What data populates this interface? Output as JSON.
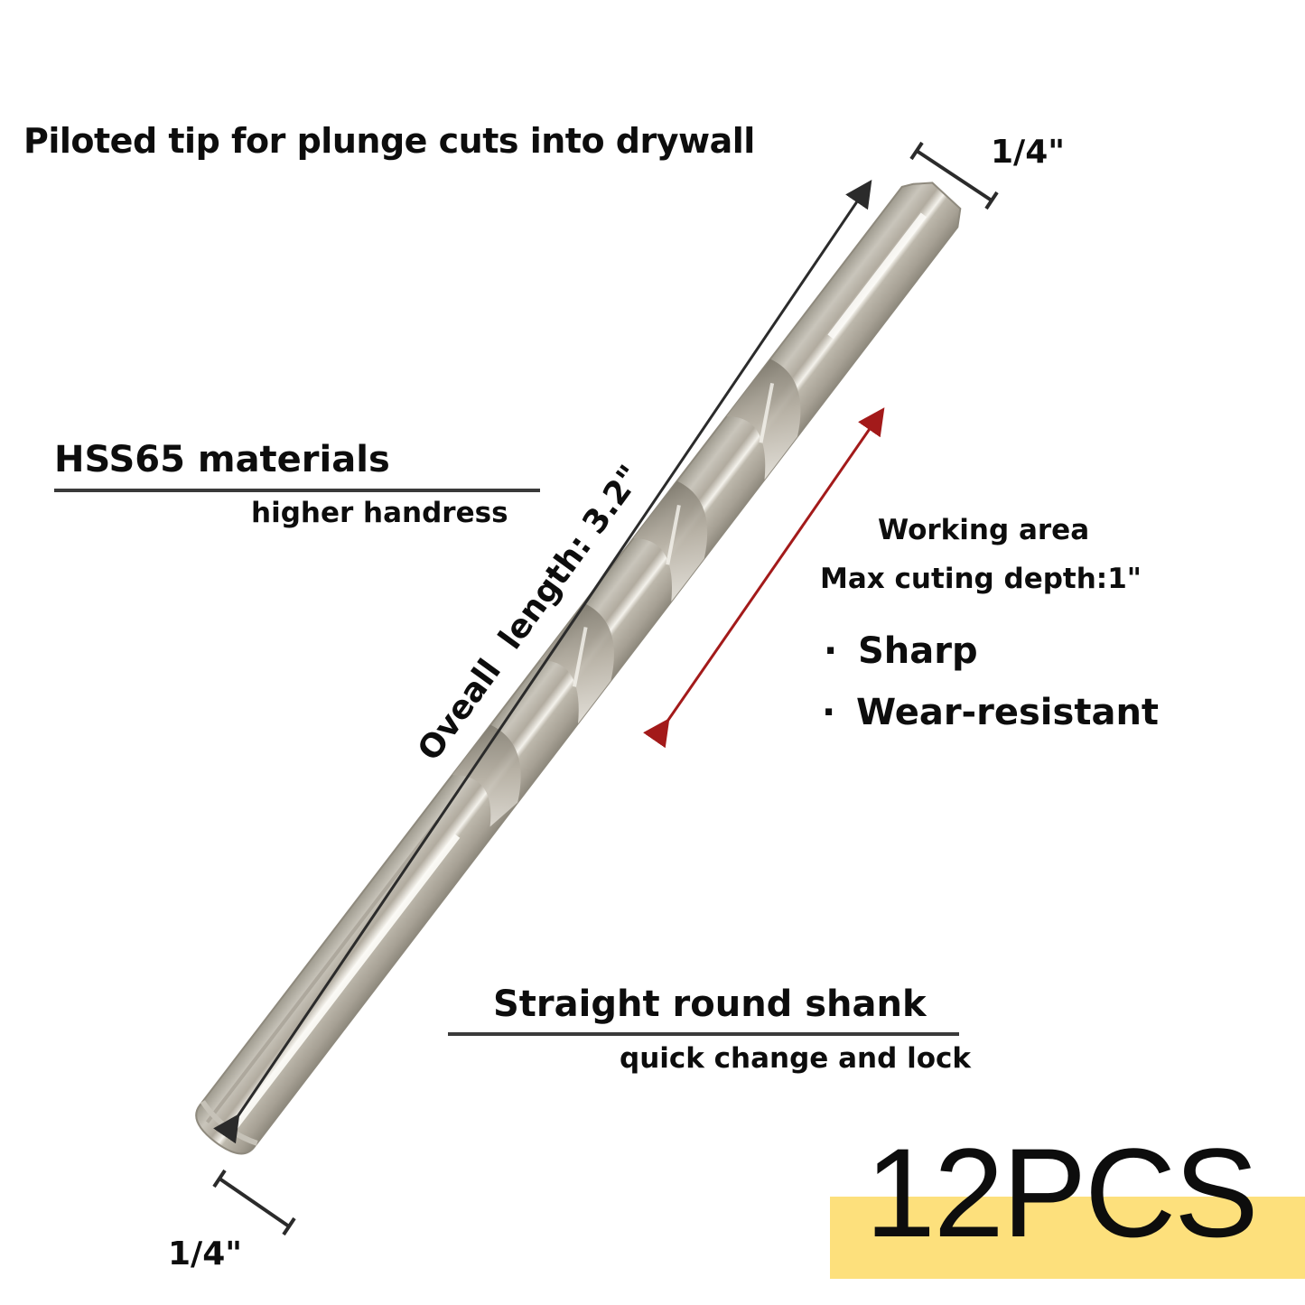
{
  "product": {
    "headline": "Piloted tip for plunge cuts into drywall",
    "tip_diameter": "1/4\"",
    "shank_diameter": "1/4\"",
    "overall_length": "Oveall  length: 3.2\"",
    "material": {
      "title": "HSS65 materials",
      "subtitle": "higher handress"
    },
    "working_area": {
      "title": "Working area",
      "max_depth": "Max cuting depth:1\"",
      "features": [
        {
          "bullet": "·",
          "label": "Sharp"
        },
        {
          "bullet": "·",
          "label": "Wear-resistant"
        }
      ]
    },
    "shank": {
      "title": "Straight round shank",
      "subtitle": "quick change and lock"
    },
    "quantity_badge": "12PCS"
  },
  "colors": {
    "background": "#ffffff",
    "text": "#0d0d0d",
    "dimension_line": "#2b2b2b",
    "working_arrow": "#a31a1a",
    "badge_highlight": "#fde07c",
    "steel_light": "#d9d6ce",
    "steel_mid": "#b3ada1",
    "steel_dark": "#8c877b"
  }
}
